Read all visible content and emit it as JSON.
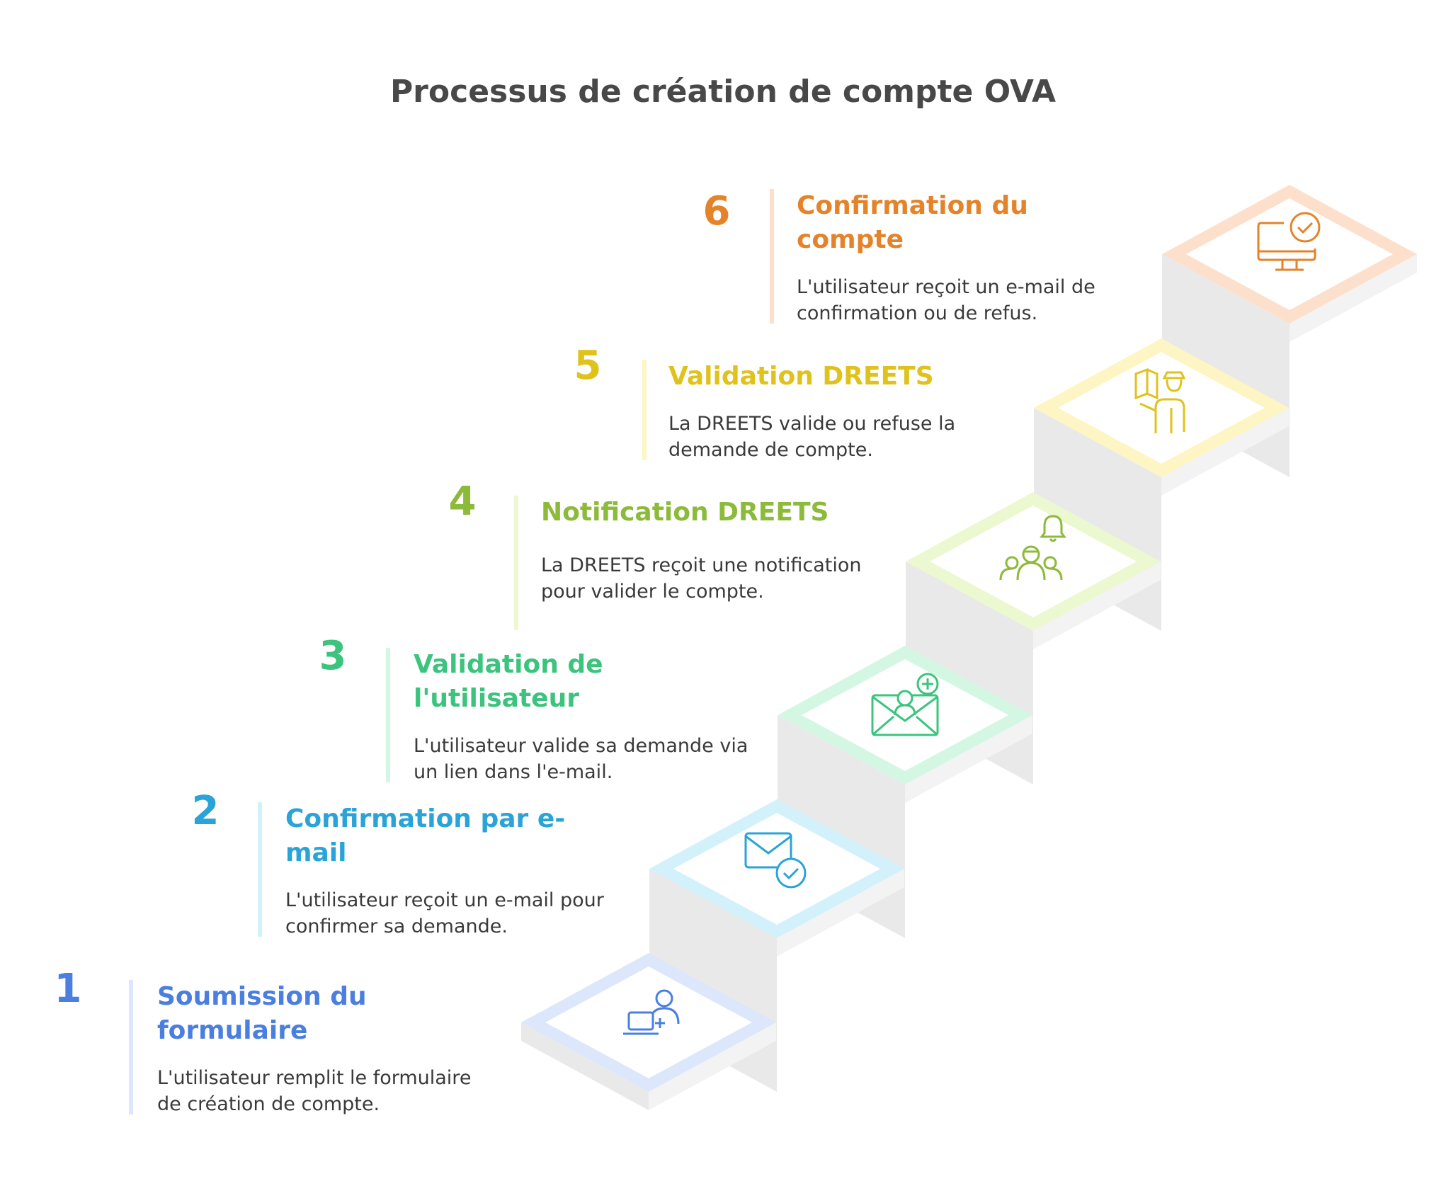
{
  "title": "Processus de création de compte OVA",
  "steps": [
    {
      "number": "1",
      "title": "Soumission du formulaire",
      "description": "L'utilisateur remplit le formulaire de création de compte.",
      "color": "#4a7fe0",
      "light_color": "#dce7fb",
      "icon": "user-laptop-plus-icon"
    },
    {
      "number": "2",
      "title": "Confirmation par e-mail",
      "description": "L'utilisateur reçoit un e-mail pour confirmer sa demande.",
      "color": "#2aa3d8",
      "light_color": "#d3f1fb",
      "icon": "envelope-check-icon"
    },
    {
      "number": "3",
      "title": "Validation de l'utilisateur",
      "description": "L'utilisateur valide sa demande via un lien dans l'e-mail.",
      "color": "#3cc47e",
      "light_color": "#d4f7e4",
      "icon": "envelope-user-plus-icon"
    },
    {
      "number": "4",
      "title": "Notification DREETS",
      "description": "La DREETS reçoit une notification pour valider le compte.",
      "color": "#8cba3a",
      "light_color": "#ecf8cf",
      "icon": "group-bell-icon"
    },
    {
      "number": "5",
      "title": "Validation DREETS",
      "description": "La DREETS valide ou refuse la demande de compte.",
      "color": "#e0c21c",
      "light_color": "#fdf5c3",
      "icon": "officer-document-icon"
    },
    {
      "number": "6",
      "title": "Confirmation du compte",
      "description": "L'utilisateur reçoit un e-mail de confirmation ou de refus.",
      "color": "#e5832a",
      "light_color": "#fde0cb",
      "icon": "monitor-check-icon"
    }
  ]
}
